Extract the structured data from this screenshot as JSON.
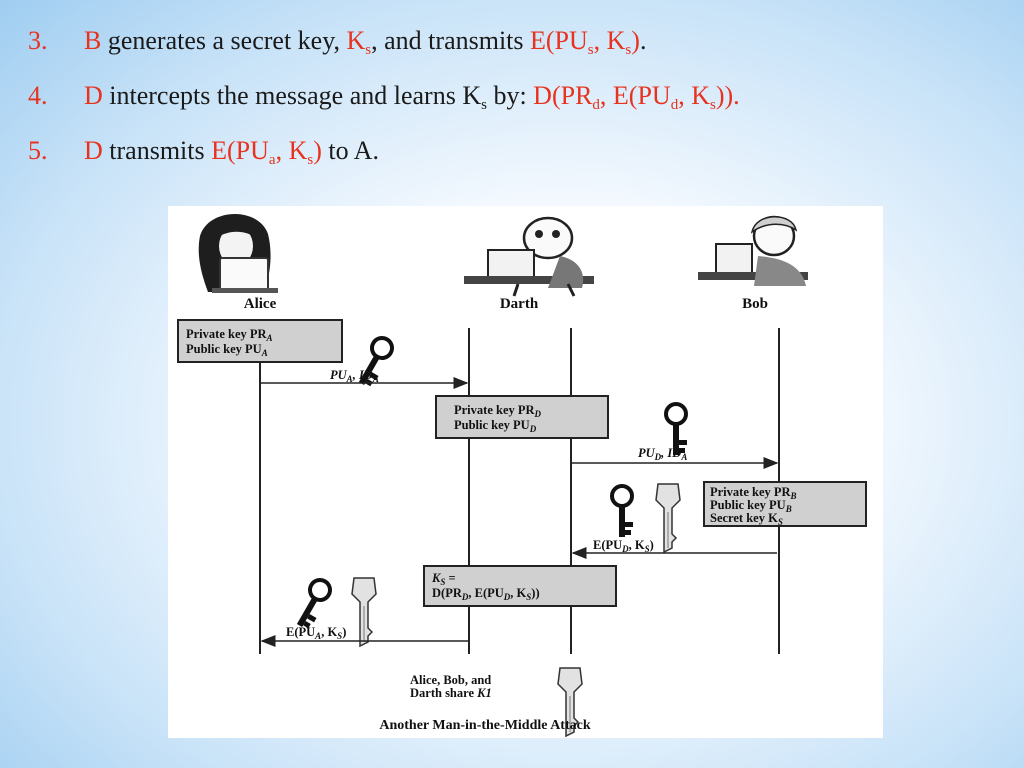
{
  "bullets": [
    {
      "number": "3.",
      "segments": [
        {
          "text": "B",
          "color": "red"
        },
        {
          "text": " generates a secret key, "
        },
        {
          "text": "K",
          "color": "red"
        },
        {
          "text": "s",
          "color": "red",
          "sub": true
        },
        {
          "text": ", and transmits "
        },
        {
          "text": "E(PU",
          "color": "red"
        },
        {
          "text": "s",
          "color": "red",
          "sub": true
        },
        {
          "text": ", K",
          "color": "red"
        },
        {
          "text": "s",
          "color": "red",
          "sub": true
        },
        {
          "text": ")",
          "color": "red"
        },
        {
          "text": "."
        }
      ]
    },
    {
      "number": "4.",
      "segments": [
        {
          "text": "D",
          "color": "red"
        },
        {
          "text": " intercepts the message and learns K"
        },
        {
          "text": "s",
          "sub": true
        },
        {
          "text": " by: "
        },
        {
          "text": "D(PR",
          "color": "red"
        },
        {
          "text": "d",
          "color": "red",
          "sub": true
        },
        {
          "text": ", E(PU",
          "color": "red"
        },
        {
          "text": "d",
          "color": "red",
          "sub": true
        },
        {
          "text": ", K",
          "color": "red"
        },
        {
          "text": "s",
          "color": "red",
          "sub": true
        },
        {
          "text": ")).",
          "color": "red"
        }
      ]
    },
    {
      "number": "5.",
      "segments": [
        {
          "text": "D",
          "color": "red"
        },
        {
          "text": " transmits "
        },
        {
          "text": "E(PU",
          "color": "red"
        },
        {
          "text": "a",
          "color": "red",
          "sub": true
        },
        {
          "text": ", K",
          "color": "red"
        },
        {
          "text": "s",
          "color": "red",
          "sub": true
        },
        {
          "text": ")",
          "color": "red"
        },
        {
          "text": " to A."
        }
      ]
    }
  ],
  "colors": {
    "accent": "#e8321e",
    "text": "#1a1a1a",
    "box_fill": "#d0d0d0"
  },
  "diagram": {
    "actors": {
      "alice": "Alice",
      "darth": "Darth",
      "bob": "Bob"
    },
    "alice_box": {
      "line1": "Private key PR",
      "line1_sub": "A",
      "line2": "Public key PU",
      "line2_sub": "A"
    },
    "darth_box": {
      "line1": "Private key PR",
      "line1_sub": "D",
      "line2": "Public key PU",
      "line2_sub": "D"
    },
    "bob_box": {
      "line1": "Private key PR",
      "line1_sub": "B",
      "line2": "Public key PU",
      "line2_sub": "B",
      "line3": "Secret key K",
      "line3_sub": "S"
    },
    "msg1": {
      "a": "PU",
      "a_sub": "A",
      "b": ", ID",
      "b_sub": "A"
    },
    "msg2": {
      "a": "PU",
      "a_sub": "D",
      "b": ", ID",
      "b_sub": "A"
    },
    "msg3": {
      "a": "E(PU",
      "a_sub": "D",
      "b": ", K",
      "b_sub": "S",
      "c": ")"
    },
    "ks_box": {
      "line1": "K",
      "line1_sub": "S",
      "line1_rest": " =",
      "l2a": "D(PR",
      "l2a_sub": "D",
      "l2b": ", E(PU",
      "l2b_sub": "D",
      "l2c": ", K",
      "l2c_sub": "S",
      "l2d": "))"
    },
    "msg4": {
      "a": "E(PU",
      "a_sub": "A",
      "b": ", K",
      "b_sub": "S",
      "c": ")"
    },
    "share": {
      "line1": "Alice, Bob, and",
      "line2": "Darth share ",
      "line2_it": "K1"
    },
    "caption": "Another Man-in-the-Middle Attack"
  },
  "icons": [
    "alice-figure-icon",
    "darth-figure-icon",
    "bob-figure-icon",
    "key-icon"
  ]
}
